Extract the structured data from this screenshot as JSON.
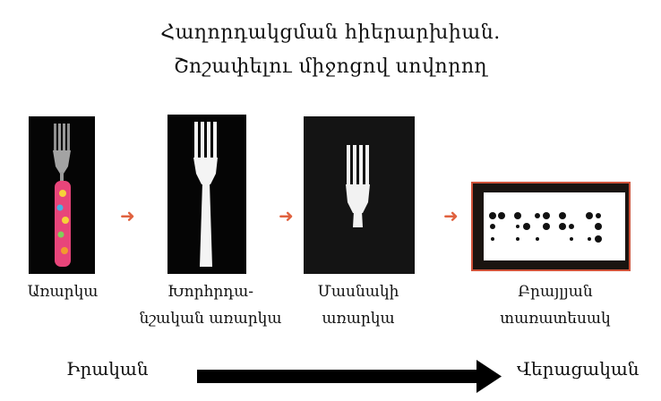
{
  "title_line1": "Հաղորդակցման հիերարխիան.",
  "title_line2": "Շոշափելու միջոցով սովորող",
  "stages": [
    {
      "label_lines": [
        "Առարկա"
      ],
      "icon": "real-fork-photo"
    },
    {
      "label_lines": [
        "Խորհրդա-",
        "նշական առարկա"
      ],
      "icon": "plastic-fork-photo"
    },
    {
      "label_lines": [
        "Մասնակի",
        "առարկա"
      ],
      "icon": "partial-fork-photo"
    },
    {
      "label_lines": [
        "Բրայլյան",
        "տառատեսակ"
      ],
      "icon": "braille-card"
    }
  ],
  "scale": {
    "left_label": "Իրական",
    "right_label": "Վերացական"
  },
  "colors": {
    "arrow_accent": "#e0623f",
    "card_border": "#d0533a",
    "scale_arrow": "#000000"
  }
}
